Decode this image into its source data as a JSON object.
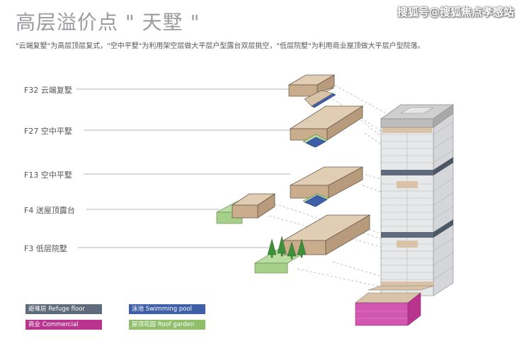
{
  "header": {
    "title": "高层溢价点 \" 天墅 \"",
    "subtitle": "\"云端复墅\"为高层顶层复式，\"空中平墅\"为利用架空层做大平层户型露台双层挑空，\"低层院墅\"为利用商业屋顶做大平层户型院落。",
    "watermark": "搜狐号@搜狐焦点孝感站"
  },
  "floors": [
    {
      "label": "F32 云端复墅"
    },
    {
      "label": "F27 空中平墅"
    },
    {
      "label": "F13 空中平墅"
    },
    {
      "label": "F4 送屋顶露台"
    },
    {
      "label": "F3 低层院墅"
    }
  ],
  "legend": [
    {
      "label": "避难层 Refuge floor",
      "color": "#5d6b7a"
    },
    {
      "label": "泳池 Swimming pool",
      "color": "#3f5fa8"
    },
    {
      "label": "商业 Commercial",
      "color": "#b8348e"
    },
    {
      "label": "屋顶花园 Roof garden",
      "color": "#8fbf6b"
    }
  ],
  "colors": {
    "tan_top": "#d8c3a8",
    "tan_side": "#b89b7c",
    "tan_dark": "#a08468",
    "tower_face": "#e7e8ea",
    "tower_side": "#d4d6d9",
    "pool": "#3f5fa8",
    "garden": "#b9dca0",
    "tree": "#3f8f3c",
    "commercial": "#d257b0",
    "refuge": "#5d6b7a",
    "roof_grey": "#bdbdbd"
  }
}
